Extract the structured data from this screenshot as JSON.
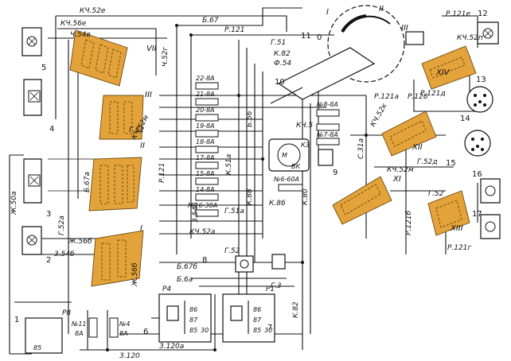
{
  "colors": {
    "connector_block": "#e3a33a",
    "wire": "#111111",
    "background": "#ffffff"
  },
  "wire_labels": {
    "top_left_1": "КЧ.52е",
    "top_left_2": "КЧ.56е",
    "top_left_3": "Ч.54в",
    "top_mid_1": "Б.67",
    "top_mid_2": "Р.121",
    "top_mid_3": "Ч.52г",
    "mid_1": "Г.51",
    "mid_2": "К.82",
    "mid_3": "Ф.54",
    "mid_4": "Б.56",
    "mid_5": "Р.121",
    "mid_6": "К.51а",
    "mid_7": "Г.51а",
    "mid_8": "К.88",
    "mid_9": "К.86",
    "mid_10": "КЧ.5",
    "mid_11": "К.80",
    "mid_12": "С.31а",
    "left_1": "КЧ.52м",
    "left_2": "Г.52",
    "left_3": "Б.67а",
    "left_4": "Ж.50а",
    "left_5": "Г.52а",
    "left_6": "3.54б",
    "left_7": "Ж.56б",
    "left_8": "3.54б",
    "left_9": "Ж.56б",
    "bot_1": "КЧ.52а",
    "bot_2": "Г.52",
    "bot_3": "Б.67б",
    "bot_4": "Б.6а",
    "bot_5": "Г.3",
    "bot_6": "3.120а",
    "bot_7": "3.120",
    "bot_8": "К.82",
    "right_1": "Р.121е",
    "right_2": "КЧ.52п",
    "right_3": "Р.121а",
    "right_4": "Р.126",
    "right_5": "Р.121д",
    "right_6": "КЧ.52к",
    "right_7": "Г.52д",
    "right_8": "КЧ.52м",
    "right_9": "Г.52",
    "right_10": "Р.121б",
    "right_11": "Р.121г"
  },
  "fuses": [
    "22-8А",
    "21-8А",
    "20-8А",
    "19-8А",
    "18-8А",
    "17-8А",
    "15-8А",
    "14-8А",
    "№16-30А"
  ],
  "fuse_extra": {
    "f1": "№8-8А",
    "f2": "№7-8А",
    "f3": "№6-60А"
  },
  "components": {
    "n1": "1",
    "n2": "2",
    "n3": "3",
    "n4": "4",
    "n5": "5",
    "n6": "6",
    "n7": "7",
    "n8": "8",
    "n9": "9",
    "n10": "10",
    "n11": "11",
    "n12": "12",
    "n13": "13",
    "n14": "14",
    "n15": "15",
    "n16": "16",
    "n17": "17",
    "n0": "0"
  },
  "roman": {
    "I": "I",
    "II": "II",
    "III": "III",
    "VII": "VII",
    "XII": "XII",
    "XIV": "XIV",
    "XI": "XI",
    "XIII": "XIII",
    "III_b": "III",
    "II_b": "II",
    "I_b": "I"
  },
  "relays": {
    "r1": "Р1",
    "r4": "Р4",
    "r8": "Р8",
    "pins_a": [
      "86",
      "87",
      "85",
      "30"
    ],
    "pins_b": [
      "86",
      "87",
      "85",
      "30"
    ],
    "p85": "85",
    "p30": "30"
  },
  "bottom_fuses": {
    "a_num": "№11",
    "a_amp": "8А",
    "b_num": "№4",
    "b_amp": "8А"
  },
  "switch_labels": {
    "vk": "ВК",
    "m": "М",
    "k3": "К3"
  }
}
